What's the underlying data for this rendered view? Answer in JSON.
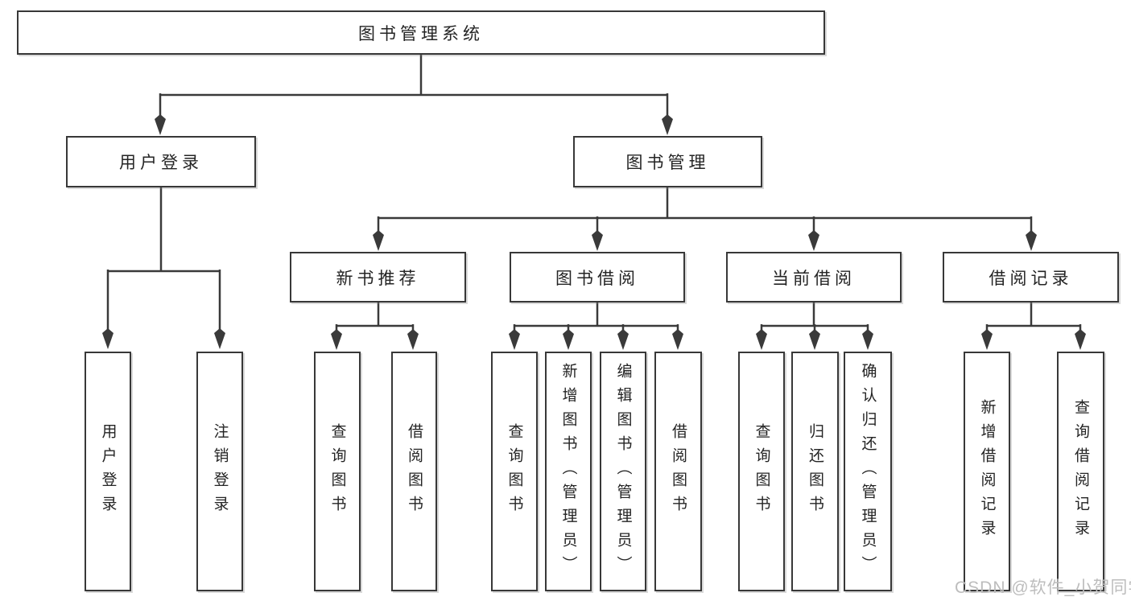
{
  "diagram": {
    "title": "图书管理系统",
    "level1": [
      {
        "label": "用户登录"
      },
      {
        "label": "图书管理"
      }
    ],
    "level2": [
      {
        "label": "新书推荐"
      },
      {
        "label": "图书借阅"
      },
      {
        "label": "当前借阅"
      },
      {
        "label": "借阅记录"
      }
    ],
    "leaves": {
      "userLogin": [
        "用户登录",
        "注销登录"
      ],
      "newBook": [
        "查询图书",
        "借阅图书"
      ],
      "bookBorrow": [
        "查询图书",
        "新增图书（管理员）",
        "编辑图书（管理员）",
        "借阅图书"
      ],
      "currentBorrow": [
        "查询图书",
        "归还图书",
        "确认归还（管理员）"
      ],
      "borrowRecord": [
        "新增借阅记录",
        "查询借阅记录"
      ]
    },
    "watermark": "CSDN @软件_小贺同学",
    "colors": {
      "line": "#3a3a3a",
      "text": "#242424",
      "watermark": "#bdbdbd",
      "background": "#ffffff"
    }
  }
}
